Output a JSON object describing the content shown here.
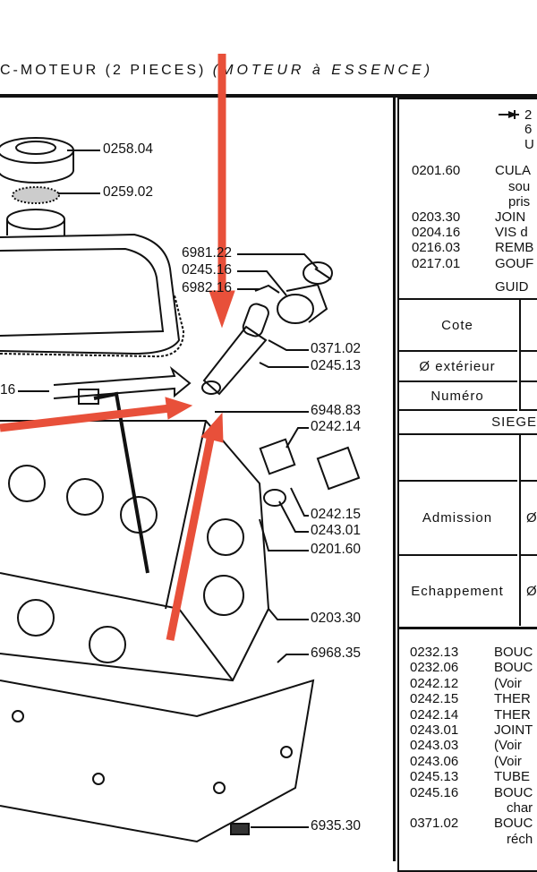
{
  "title": {
    "main": "C-MOTEUR (2 PIECES)",
    "italic": "(MOTEUR à ESSENCE)"
  },
  "diagram_labels": [
    "0258.04",
    "0259.02",
    "6981.22",
    "0245.16",
    "6982.16",
    "0371.02",
    "0245.13",
    "16",
    "6948.83",
    "0242.14",
    "0242.15",
    "0243.01",
    "0201.60",
    "0203.30",
    "6968.35",
    "6935.30"
  ],
  "top_table": {
    "header_fragments": [
      "2",
      "6",
      "U"
    ],
    "rows": [
      {
        "code": "0201.60",
        "text": "CULA"
      },
      {
        "code": "",
        "text": "sou"
      },
      {
        "code": "",
        "text": "pris"
      },
      {
        "code": "0203.30",
        "text": "JOIN"
      },
      {
        "code": "0204.16",
        "text": "VIS d"
      },
      {
        "code": "0216.03",
        "text": "REMB"
      },
      {
        "code": "0217.01",
        "text": "GOUF"
      }
    ],
    "footer": "GUID"
  },
  "spec_table": {
    "cote": "Cote",
    "ext": "Ø extérieur",
    "numero": "Numéro",
    "siege": "SIEGE",
    "admission": "Admission",
    "echappement": "Echappement",
    "phi": "Ø"
  },
  "parts_list": [
    {
      "code": "0232.13",
      "text": "BOUC"
    },
    {
      "code": "0232.06",
      "text": "BOUC"
    },
    {
      "code": "0242.12",
      "text": "(Voir"
    },
    {
      "code": "0242.15",
      "text": "THER"
    },
    {
      "code": "0242.14",
      "text": "THER"
    },
    {
      "code": "0243.01",
      "text": "JOINT"
    },
    {
      "code": "0243.03",
      "text": "(Voir"
    },
    {
      "code": "0243.06",
      "text": "(Voir"
    },
    {
      "code": "0245.13",
      "text": "TUBE"
    },
    {
      "code": "0245.16",
      "text": "BOUC"
    },
    {
      "code": "",
      "text": "char"
    },
    {
      "code": "0371.02",
      "text": "BOUC"
    },
    {
      "code": "",
      "text": "réch"
    }
  ],
  "colors": {
    "arrow": "#e8503a",
    "ink": "#111111"
  }
}
